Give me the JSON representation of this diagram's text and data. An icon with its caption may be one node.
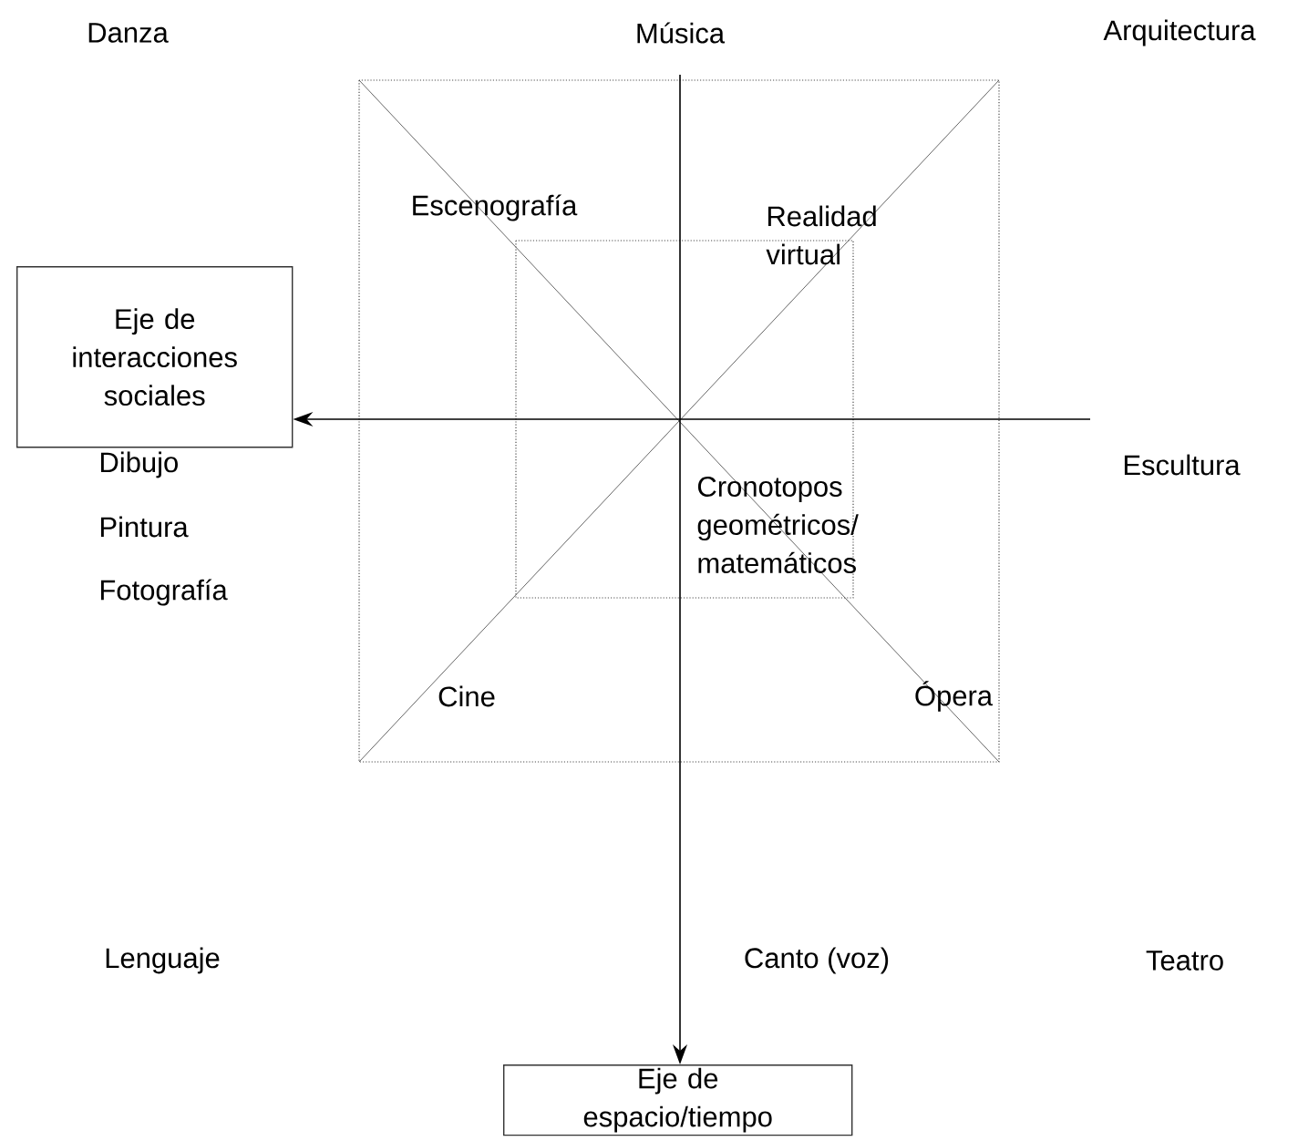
{
  "diagram": {
    "nodes": [
      {
        "text": [
          "Eje de interacciones sociales"
        ]
      },
      {
        "text": [
          "Eje de espacio/tiempo"
        ]
      }
    ],
    "edges": [
      {
        "from": null,
        "to": 0,
        "arrow": "to"
      },
      {
        "from": null,
        "to": 1,
        "arrow": "to"
      }
    ],
    "labels": [
      "Danza",
      "Música",
      "Arquitectura",
      "Escenografía",
      "Realidad virtual",
      "Dibujo",
      "Escultura",
      "Cronotopos geométricos/ matemáticos",
      "Pintura",
      "Fotografía",
      "Cine",
      "Ópera",
      "Lenguaje",
      "Canto (voz)",
      "Teatro"
    ]
  }
}
